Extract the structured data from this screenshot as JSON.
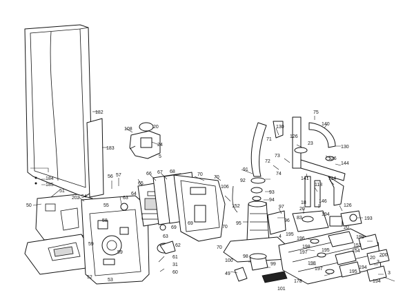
{
  "diagram": {
    "callouts": [
      {
        "id": "182",
        "text": "182"
      },
      {
        "id": "183",
        "text": "183"
      },
      {
        "id": "184",
        "text": "184"
      },
      {
        "id": "185",
        "text": "185"
      },
      {
        "id": "51",
        "text": "51"
      },
      {
        "id": "50",
        "text": "50"
      },
      {
        "id": "202",
        "text": "202"
      },
      {
        "id": "54",
        "text": "54"
      },
      {
        "id": "55",
        "text": "55"
      },
      {
        "id": "56",
        "text": "56"
      },
      {
        "id": "57",
        "text": "57"
      },
      {
        "id": "58",
        "text": "58"
      },
      {
        "id": "59",
        "text": "59"
      },
      {
        "id": "59b",
        "text": "59"
      },
      {
        "id": "52",
        "text": "52"
      },
      {
        "id": "53",
        "text": "53"
      },
      {
        "id": "64",
        "text": "64"
      },
      {
        "id": "63",
        "text": "63"
      },
      {
        "id": "63b",
        "text": "63"
      },
      {
        "id": "65",
        "text": "65"
      },
      {
        "id": "66",
        "text": "66"
      },
      {
        "id": "67",
        "text": "67"
      },
      {
        "id": "68",
        "text": "68"
      },
      {
        "id": "69",
        "text": "69"
      },
      {
        "id": "69b",
        "text": "69"
      },
      {
        "id": "70a",
        "text": "70"
      },
      {
        "id": "70b",
        "text": "70"
      },
      {
        "id": "70c",
        "text": "70"
      },
      {
        "id": "70d",
        "text": "70"
      },
      {
        "id": "62",
        "text": "62"
      },
      {
        "id": "61",
        "text": "61"
      },
      {
        "id": "31",
        "text": "31"
      },
      {
        "id": "60",
        "text": "60"
      },
      {
        "id": "108",
        "text": "108"
      },
      {
        "id": "20a",
        "text": "20"
      },
      {
        "id": "24",
        "text": "24"
      },
      {
        "id": "5",
        "text": "5"
      },
      {
        "id": "152",
        "text": "152"
      },
      {
        "id": "106",
        "text": "106"
      },
      {
        "id": "91",
        "text": "91"
      },
      {
        "id": "92",
        "text": "92"
      },
      {
        "id": "93",
        "text": "93"
      },
      {
        "id": "94",
        "text": "94"
      },
      {
        "id": "95",
        "text": "95"
      },
      {
        "id": "96",
        "text": "96"
      },
      {
        "id": "97",
        "text": "97"
      },
      {
        "id": "98",
        "text": "98"
      },
      {
        "id": "99",
        "text": "99"
      },
      {
        "id": "100",
        "text": "100"
      },
      {
        "id": "101",
        "text": "101"
      },
      {
        "id": "49",
        "text": "49"
      },
      {
        "id": "178",
        "text": "178"
      },
      {
        "id": "130a",
        "text": "130"
      },
      {
        "id": "130b",
        "text": "130"
      },
      {
        "id": "71",
        "text": "71"
      },
      {
        "id": "126a",
        "text": "126"
      },
      {
        "id": "126b",
        "text": "126"
      },
      {
        "id": "126c",
        "text": "126"
      },
      {
        "id": "73",
        "text": "73"
      },
      {
        "id": "72",
        "text": "72"
      },
      {
        "id": "74",
        "text": "74"
      },
      {
        "id": "23",
        "text": "23"
      },
      {
        "id": "75",
        "text": "75"
      },
      {
        "id": "140",
        "text": "140"
      },
      {
        "id": "144",
        "text": "144"
      },
      {
        "id": "141",
        "text": "141"
      },
      {
        "id": "114",
        "text": "114"
      },
      {
        "id": "118",
        "text": "118"
      },
      {
        "id": "18",
        "text": "18"
      },
      {
        "id": "146",
        "text": "146"
      },
      {
        "id": "20b",
        "text": "20"
      },
      {
        "id": "20c",
        "text": "20"
      },
      {
        "id": "20d",
        "text": "20"
      },
      {
        "id": "83",
        "text": "83"
      },
      {
        "id": "194a",
        "text": "194"
      },
      {
        "id": "194b",
        "text": "194"
      },
      {
        "id": "194c",
        "text": "194"
      },
      {
        "id": "193",
        "text": "193"
      },
      {
        "id": "196",
        "text": "196"
      },
      {
        "id": "195a",
        "text": "195"
      },
      {
        "id": "195b",
        "text": "195"
      },
      {
        "id": "195c",
        "text": "195"
      },
      {
        "id": "199",
        "text": "199"
      },
      {
        "id": "153",
        "text": "153"
      },
      {
        "id": "154",
        "text": "154"
      },
      {
        "id": "200",
        "text": "200"
      },
      {
        "id": "198a",
        "text": "198"
      },
      {
        "id": "198b",
        "text": "198"
      },
      {
        "id": "197a",
        "text": "197"
      },
      {
        "id": "197b",
        "text": "197"
      },
      {
        "id": "3a",
        "text": "3"
      },
      {
        "id": "3b",
        "text": "3"
      },
      {
        "id": "4",
        "text": "4"
      }
    ]
  }
}
